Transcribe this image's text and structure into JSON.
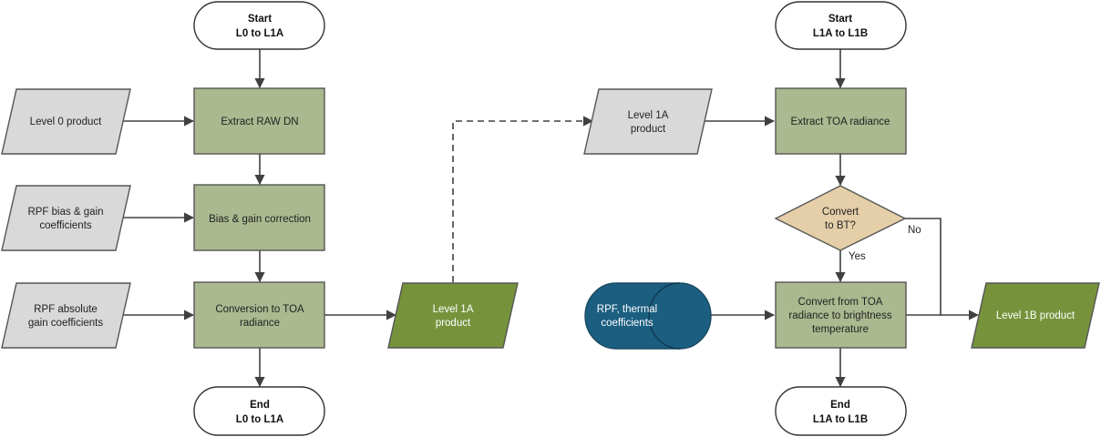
{
  "colors": {
    "process_fill": "#aab98f",
    "process_stroke": "#555555",
    "input_fill": "#d9d9d9",
    "output_fill": "#76933c",
    "decision_fill": "#e5cfa8",
    "storage_fill": "#1b5e80",
    "terminal_fill": "#ffffff",
    "line": "#404040"
  },
  "left_flow": {
    "start": {
      "line1": "Start",
      "line2": "L0 to L1A"
    },
    "end": {
      "line1": "End",
      "line2": "L0 to L1A"
    },
    "extract_raw": "Extract RAW DN",
    "bias_gain": "Bias & gain correction",
    "toa_conversion": {
      "line1": "Conversion to TOA",
      "line2": "radiance"
    },
    "input_level0": "Level 0 product",
    "input_rpf_bias": {
      "line1": "RPF bias & gain",
      "line2": "coefficients"
    },
    "input_rpf_abs": {
      "line1": "RPF absolute",
      "line2": "gain coefficients"
    },
    "output_level1a": {
      "line1": "Level 1A",
      "line2": "product"
    }
  },
  "right_flow": {
    "start": {
      "line1": "Start",
      "line2": "L1A to L1B"
    },
    "end": {
      "line1": "End",
      "line2": "L1A to L1B"
    },
    "input_level1a": {
      "line1": "Level 1A",
      "line2": "product"
    },
    "extract_toa": "Extract TOA radiance",
    "decision": {
      "line1": "Convert",
      "line2": "to BT?"
    },
    "yes_label": "Yes",
    "no_label": "No",
    "storage_rpf_thermal": {
      "line1": "RPF, thermal",
      "line2": "coefficients"
    },
    "convert_bt": {
      "line1": "Convert from TOA",
      "line2": "radiance to brightness",
      "line3": "temperature"
    },
    "output_level1b": "Level 1B product"
  }
}
